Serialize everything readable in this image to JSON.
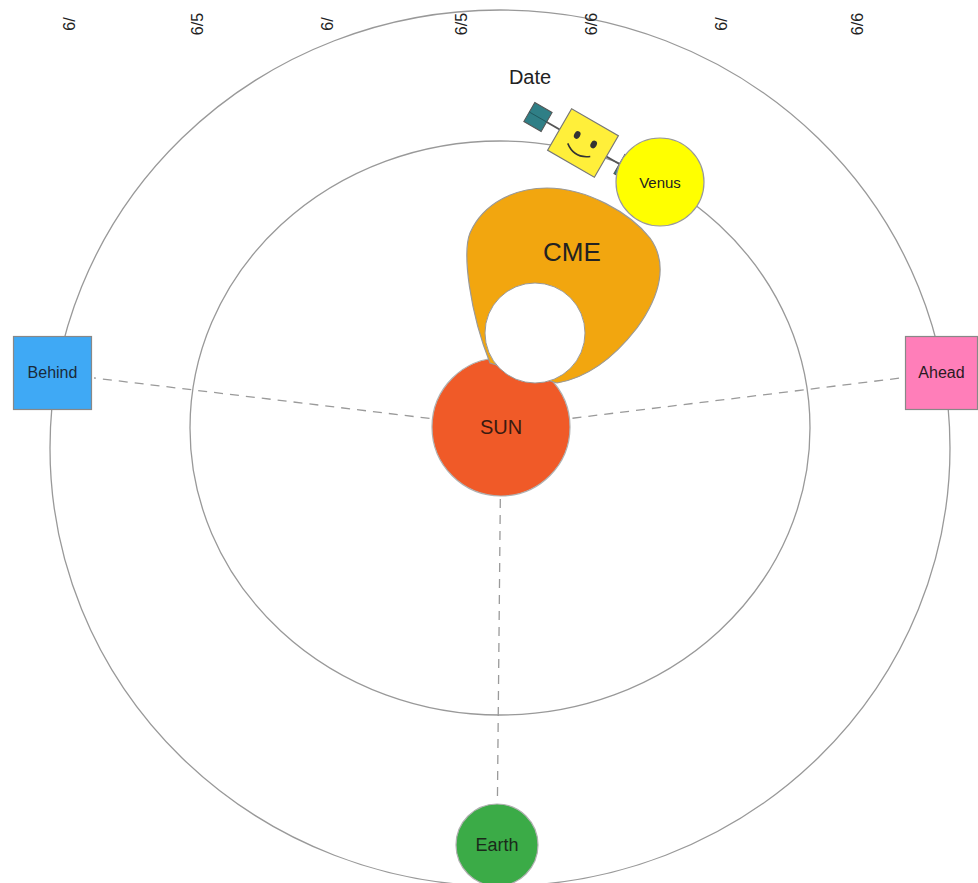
{
  "diagram": {
    "nodes": [
      {
        "text": [
          "SUN"
        ]
      },
      {
        "text": [
          "Earth"
        ]
      },
      {
        "text": [
          "Venus"
        ]
      },
      {
        "text": [
          "CME"
        ]
      },
      {
        "text": [
          "Behind"
        ]
      },
      {
        "text": [
          "Ahead"
        ]
      }
    ],
    "edges": [
      {
        "from": 0,
        "to": 4,
        "arrow": "none"
      },
      {
        "from": 0,
        "to": 5,
        "arrow": "none"
      },
      {
        "from": 0,
        "to": 1,
        "arrow": "none"
      }
    ],
    "labels": [
      "Date",
      "6/",
      "6/5",
      "6/",
      "6/5",
      "6/6",
      "6/",
      "6/6"
    ]
  }
}
